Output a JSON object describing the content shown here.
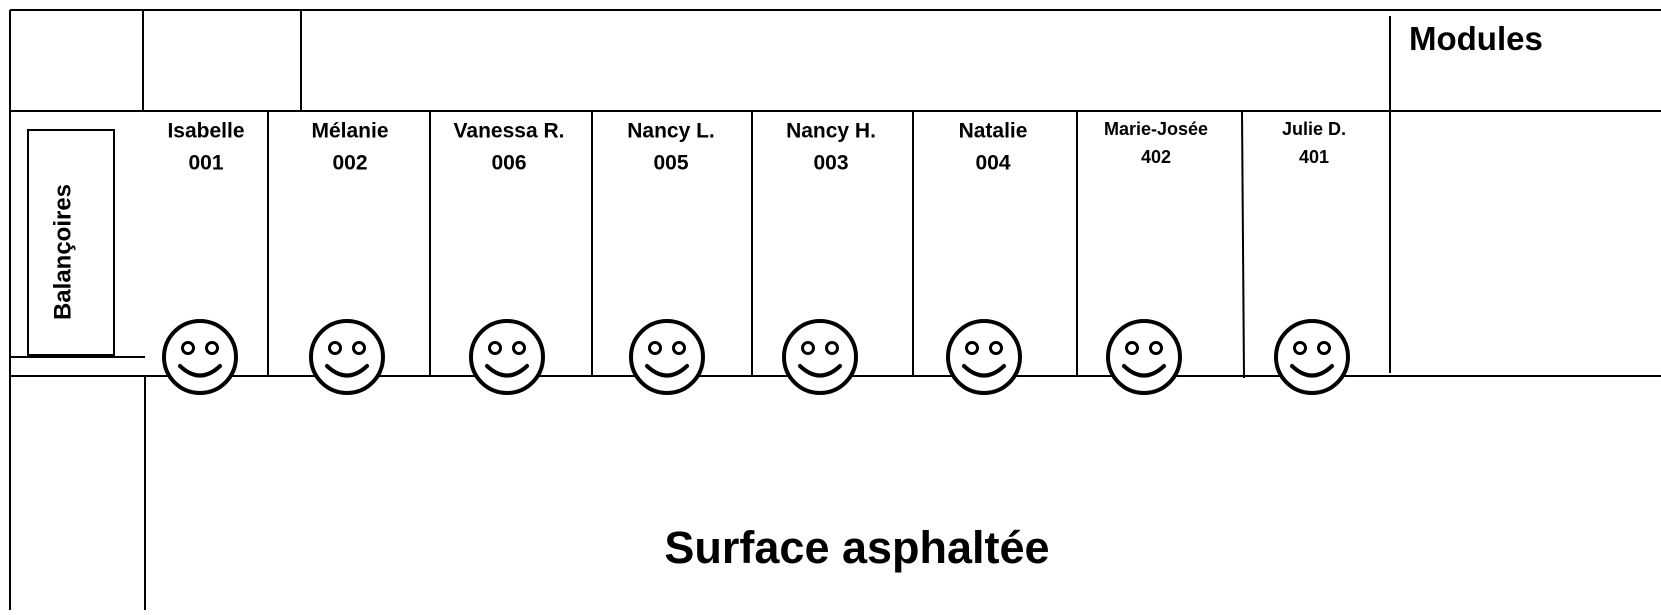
{
  "labels": {
    "modules": "Modules",
    "swings": "Balançoires",
    "surface": "Surface asphaltée"
  },
  "stations": [
    {
      "name": "Isabelle",
      "code": "001"
    },
    {
      "name": "Mélanie",
      "code": "002"
    },
    {
      "name": "Vanessa R.",
      "code": "006"
    },
    {
      "name": "Nancy L.",
      "code": "005"
    },
    {
      "name": "Nancy H.",
      "code": "003"
    },
    {
      "name": "Natalie",
      "code": "004"
    },
    {
      "name": "Marie-Josée",
      "code": "402"
    },
    {
      "name": "Julie D.",
      "code": "401"
    }
  ],
  "smiley_icon": "smiley-face-icon"
}
